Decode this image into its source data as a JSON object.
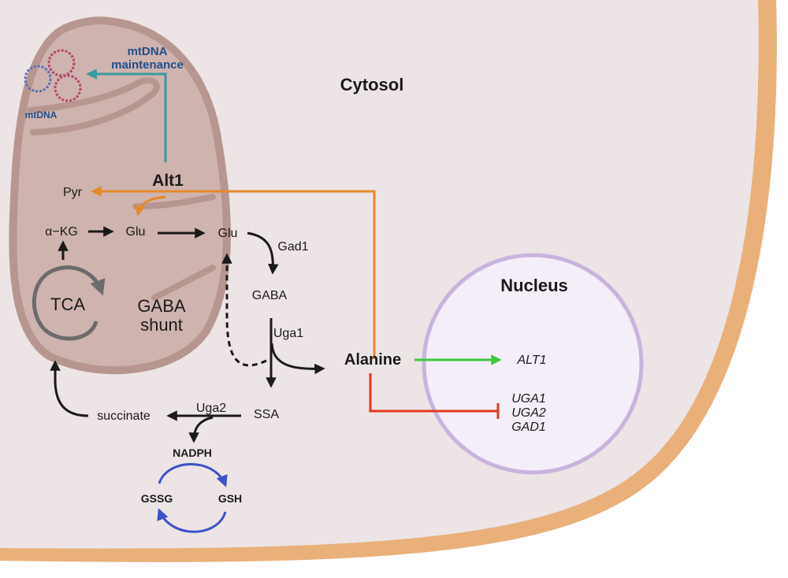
{
  "labels": {
    "cytosol": "Cytosol",
    "nucleus": "Nucleus",
    "mtdna_maintenance_line1": "mtDNA",
    "mtdna_maintenance_line2": "maintenance",
    "mtdna": "mtDNA",
    "alt1_protein": "Alt1",
    "pyr": "Pyr",
    "akg": "α−KG",
    "glu_mito": "Glu",
    "glu_cyto": "Glu",
    "gad1_enzyme": "Gad1",
    "gaba": "GABA",
    "uga1_enzyme": "Uga1",
    "alanine": "Alanine",
    "tca": "TCA",
    "gaba_shunt_line1": "GABA",
    "gaba_shunt_line2": "shunt",
    "ssa": "SSA",
    "uga2_enzyme": "Uga2",
    "succinate": "succinate",
    "nadph": "NADPH",
    "gssg": "GSSG",
    "gsh": "GSH",
    "gene_alt1": "ALT1",
    "gene_uga1": "UGA1",
    "gene_uga2": "UGA2",
    "gene_gad1": "GAD1"
  },
  "colors": {
    "cell_membrane": "#e9b07a",
    "cytosol_fill": "#ede4e6",
    "mitochondrion_fill": "#cfb3ae",
    "mitochondrion_stroke": "#b89690",
    "nucleus_fill": "#f4eef8",
    "nucleus_stroke": "#c9b3de",
    "teal_arrow": "#3a9aa0",
    "orange_arrow": "#e5892c",
    "green_arrow": "#3cc83c",
    "red_inhibition": "#e03a1e",
    "blue_cycle": "#3a52c4",
    "black_arrow": "#1a1a1a",
    "tca_cycle": "#6b6b6b"
  }
}
